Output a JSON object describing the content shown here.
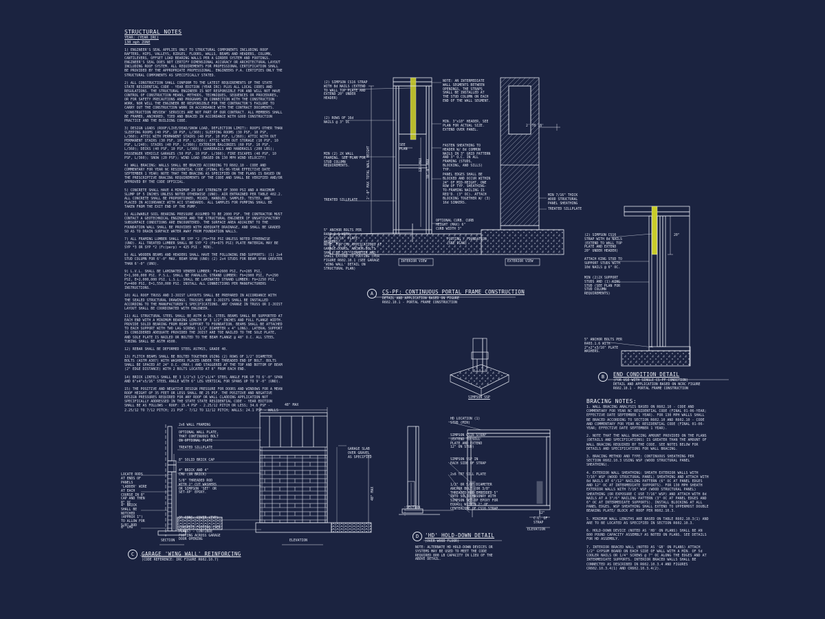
{
  "structural": {
    "heading": "STRUCTURAL NOTES",
    "sub1": "YEAR: (YEAR IRC)",
    "sub2": "130 mph ZONE",
    "notes": [
      "1) ENGINEER'S SEAL APPLIES ONLY TO STRUCTURAL COMPONENTS INCLUDING ROOF RAFTERS, HIPS, VALLEYS, RIDGES, FLOORS, WALLS, BEAMS AND HEADERS, COLUMN, CANTILEVERS, OFFSET LOAD BEARING WALLS PER A GIRDER SYSTEM AND FOOTINGS. ENGINEER'S SEAL DOES NOT CERTIFY DIMENSIONAL ACCURACY OR ARCHITECTURAL LAYOUT INCLUDING ROOF SYSTEM. ALL REQUIREMENTS FOR PROFESSIONAL CERTIFICATION SHALL BE PROVIDED BY THE APPROPRIATE PROFESSIONAL. ENGINEERS P.A. CERTIFIES ONLY THE STRUCTURAL COMPONENTS AS SPECIFICALLY STATED.",
      "2) ALL CONSTRUCTION SHALL CONFORM TO THE LATEST REQUIREMENTS OF THE STATE STATE RESIDENTIAL CODE - YEAR EDITION (YEAR IRC) PLUS ALL LOCAL CODES AND REGULATIONS. THE STRUCTURAL ENGINEER IS NOT RESPONSIBLE FOR AND WILL NOT HAVE CONTROL OF CONSTRUCTION MEANS, METHODS, TECHNIQUES, SEQUENCES OR PROCEDURES, OR FOR SAFETY PRECAUTIONS AND PROGRAMS IN CONNECTION WITH THE CONSTRUCTION WORK, NOR WILL THE ENGINEER BE RESPONSIBLE FOR THE CONTRACTOR'S FAILURE TO CARRY OUT THE CONSTRUCTION WORK IN ACCORDANCE WITH THE CONTRACT DOCUMENTS. 'CONSTRUCTION REVIEW' SERVICES ARE NOT PART OF OUR CONTRACT. ALL MEMBERS SHALL BE FRAMED, ANCHORED, TIED AND BRACED IN ACCORDANCE WITH GOOD CONSTRUCTION PRACTICE AND THE BUILDING CODE.",
      "3) DESIGN LOADS (ROOF/LIVE/DEAD/SNOW LOAD, DEFLECTION LIMIT): ROOFS OTHER THAN SLEEPING ROOMS (40 PSF, 10 PSF, L/360); SLEEPING ROOMS (30 PSF, 10 PSF, L/360); ATTIC WITH PERMANENT STAIRS (40 PSF, 10 PSF, L/360); ATTIC WITH OUT PERMANENT STAIRS (30 PSF, 10 PSF, L/360); ATTIC WITH OUT STORAGE (10 PSF, 10 PSF, L/240); STAIRS (40 PSF, L/360); EXTERIOR BALCONIES (60 PSF, 10 PSF, L/360); DECKS (40 PSF, 10 PSF, L/360); GUARDRAILS AND HANDRAILS (200 LBS); PASSENGER VEHICLE GARAGES (50 PSF, 10 PSF, L/360); FIRE ESCAPES (40 PSF, 10 PSF, L/360); SNOW (20 PSF); WIND LOAD (BASED ON 130 MPH WIND VELOCITY)",
      "4) WALL BRACING: WALLS SHALL BE BRACED ACCORDING TO R602.10 - CODE AND COMMENTARY FOR YEAR NC RESIDENTIAL CODE (FINAL 01-06-YEAR EFFECTIVE DATE SEPTEMBER 1 YEAR) NOTE THAT THE BRACING AS SPECIFIED ON THE PLANS IS BASED ON THE PRESCRIPTIVE BRACING REQUIREMENTS OF THE CODE AND SHALL BE VERIFIED AND/OR APPROVED BY THE CODE OFFICIAL.",
      "5) CONCRETE SHALL HAVE A MINIMUM 28 DAY STRENGTH OF 3000 PSI AND A MAXIMUM SLUMP OF 5 INCHES UNLESS NOTED OTHERWISE (UNO). AIR ENTRAINED PER TABLE 402.2. ALL CONCRETE SHALL BE PROPORTIONED, MIXED, HANDLED, SAMPLED, TESTED, AND PLACED IN ACCORDANCE WITH ACI STANDARDS. ALL SAMPLES FOR PUMPING SHALL BE TAKEN FROM THE EXIT END OF THE PUMP.",
      "6) ALLOWABLE SOIL BEARING PRESSURE ASSUMED TO BE 2000 PSF. THE CONTRACTOR MUST CONTACT A GEOTECHNICAL ENGINEER AND THE STRUCTURAL ENGINEER IF UNSATISFACTORY SUBSURFACE CONDITIONS ARE ENCOUNTERED. THE SURFACE AREA ADJACENT TO THE FOUNDATION WALL SHALL BE PROVIDED WITH ADEQUATE DRAINAGE, AND SHALL BE GRADED SO AS TO DRAIN SURFACE WATER AWAY FROM FOUNDATION WALLS.",
      "7) ALL FRAMING LUMBER SHALL BE SYP *2 (Fb=750 PSI UNLESS NOTED OTHERWISE (UNO). ALL TREATED LUMBER SHALL BE SYP *2 (Fb=975 PSI) PLATE MATERIAL MAY BE SYP *3 OR SYP *2 (Fc(perp) = 425 PSI - MIN).",
      "8) ALL WOODEN BEAMS AND HEADERS SHALL HAVE THE FOLLOWING END SUPPORTS: (1) 2x4 STUD COLUMN FOR 6'-0\" MAX. BEAM SPAN (UNO) (2) 2x4 STUDS FOR BEAM SPAN GREATER THAN 6'-0\" (UNO).",
      "9) L.V.L. SHALL BE LAMINATED VENEER LUMBER: Fb=2600 PSI, Fv=285 PSI, E=1,900,000 PSI. P.S.L. SHALL BE PARALLEL STRAND LUMBER: Fb=2900 PSI, Fv=290 PSI, E=2,000,000 PSI. L.S.L. SHALL BE LAMINATED STRAND LUMBER: Fb=2250 PSI, Fv=400 PSI, E=1,550,000 PSI. INSTALL ALL CONNECTIONS PER MANUFACTURERS INSTRUCTIONS.",
      "10) ALL ROOF TRUSS AND I-JOIST LAYOUTS SHALL BE PREPARED IN ACCORDANCE WITH THE SEALED STRUCTURAL DRAWINGS. TRUSSES AND I-JOISTS SHALL BE INSTALLED ACCORDING TO THE MANUFACTURER'S SPECIFICATIONS. ANY CHANGE IN TRUSS OR I-JOIST LAYOUT SHALL BE COORDINATED WITH ENGINEER.",
      "11) ALL STRUCTURAL STEEL SHALL BE ASTM A-36. STEEL BEAMS SHALL BE SUPPORTED AT EACH END WITH A MINIMUM BEARING LENGTH OF 3 1/2\" INCHES AND FULL FLANGE WIDTH. PROVIDE SOLID BEARING FROM BEAM SUPPORT TO FOUNDATION. BEAMS SHALL BE ATTACHED TO EACH SUPPORT WITH TWO LAG SCREWS (1/2\" DIAMETER x 4\" LONG). LATERAL SUPPORT IS CONSIDERED ADEQUATE PROVIDED THE JOIST ARE TOE NAILED TO THE SOLE PLATE, AND SOLE PLATE IS NAILED OR BOLTED TO THE BEAM FLANGE @ 48\" O.C. ALL STEEL TUBING SHALL BE ASTM A500.",
      "12) REBAR SHALL BE DEFORMED STEEL ASTM15, GRADE 40.",
      "13) FLITCH BEAMS SHALL BE BOLTED TOGETHER USING (2) ROWS OF 1/2\" DIAMETER BOLTS (ASTM A307) WITH WASHERS PLACED UNDER THE THREADED END OF BOLT. BOLTS SHALL BE SPACED AT 24\" O.C. (MAX.) AND STAGGERED AT THE TOP AND BOTTOM OF BEAM (2\" EDGE DISTANCE) WITH 2 BOLTS LOCATED AT 6\" FROM EACH END.",
      "14) BRICK LINTELS SHALL BE 3 1/2\"x3 1/2\"x1/4\" STEEL ANGLE FOR UP TO 6'-0\" SPAN AND 6\"x4\"x5/16\" STEEL ANGLE WITH 6\" LEG VERTICAL FOR SPANS UP TO 9'-0\" (UNO).",
      "15) THE POSITIVE AND NEGATIVE DESIGN PRESSURE FOR DOORS AND WINDOWS FOR A MEAN ROOF HEIGHT OF 35 FEET OR LESS SHALL BE 25 PSF. THE POSITIVE AND NEGATIVE DESIGN PRESSURES REQUIRED FOR ANY ROOF OR WALL CLADDING APPLICATION NOT SPECIFICALLY ADDRESSED IN THE STATE STATE RESIDENTIAL CODE - YEAR EDITION SHALL BE AS FOLLOWS - ROOF: 15.4 PSF - 2.25/12 PITCH OR LESS; 34.6 PSF - 2.25/12 TO 7/12 PITCH; 21 PSF - 7/12 TO 12/12 PITCH; WALLS: 24.1 PSF - WALLS"
    ]
  },
  "detailA": {
    "letter": "A",
    "title": "CS-PF: CONTINUOUS PORTAL FRAME CONSTRUCTION",
    "sub1": "DETAIL AND APPLICATION BASED ON FIGURE",
    "sub2": "R602.10.1 - PORTAL FRAME CONSTRUCTION",
    "interior": "INTERIOR VIEW",
    "exterior": "EXTERIOR VIEW",
    "labels": {
      "l1": "(2) SIMPSON CS16 STRAP WITH 8d NAILS (EXTEND TO WALL TOP PLATE AND EXTEND 20\" UNDER HEADER)",
      "l2": "(2) ROWS OF 16d NAILS @ 3\" OC",
      "l3": "MIN (2) 2X WALL FRAMING. SEE PLAN FOR STUD COLUMN REQUIREMENTS.",
      "l4": "TREATED SILLPLATE",
      "l5": "5\" ANCHOR BOLTS PER R403.1.6 WITH 2\"x2\"x3/16\" PLATE WASHERS.",
      "l6": "NOTE: FOR CMU APPLICATIONS AT GARAGE DOORS, ANCHOR BOLTS SHALL BE 5/8\" DIAMETER AND SHALL EXTEND TO FOOTING (PER FIGURE R602.10.1 (SEE GARAGE 'WING WALL' DETAIL ON STRUCTURAL PLAN)",
      "r1": "NOTE: AN INTERMEDIATE WALL SEGMENTS BETWEEN OPENINGS, THE STRAPS SHALL BE INSTALLED AT THE STUD COLUMN ON EACH END OF THE WALL SEGMENT.",
      "r2": "MIN. 3\"x10\" HEADER, SEE PLAN FOR ACTUAL SIZE. EXTEND OVER PANEL.",
      "r3": "FASTEN SHEATHING TO HEADER W/ 8d COMMON NAILS IN 3\" GRID PATTERN AND 3\" O.C. IN ALL FRAMING (STUDS, BLOCKING, AND SILLS) TYP.",
      "r4": "PANEL EDGES SHALL BE BLOCKED AND OCCUR WITHIN 24\" OF MID-HEIGHT. ONE ROW OF TYP. SHEATHING-TO-FRAMING NAILING IS REQ'D. (3\" OC). ATTACH BLOCKING TOGETHER W/ (3) 16d SINKERS.",
      "r5": "OPTIONAL CURB. CURB HEIGHT (MAX) 6\" CURB WIDTH 3\"",
      "r6": "FOOTING / FOUNDATION (SEE PLAN)",
      "e1": "2' TO 18'",
      "e2": "MIN 7/16\" THICK WOOD STRUCTURAL PANEL SHEATHING",
      "e3": "TREATED SILLPLATE",
      "d1": "SEE PLAN",
      "d2": "12' MAX",
      "d3": "2'-0\" MAX TOTAL WALL HEIGHT",
      "d4": "10'-0\" MAX"
    }
  },
  "detailB": {
    "letter": "B",
    "title": "END CONDITION DETAIL",
    "sub1": "(FOR USE WITH SINGLE CS-PF CONDITION)",
    "sub2": "DETAIL AND APPLICATION BASED ON NCRC FIGURE",
    "sub3": "R602.10.1 - PORTAL FRAME CONSTRUCTION",
    "l1": "(2) SIMPSON CS16 STRAP WITH 8d NAILS (EXTEND TO WALL TOP PLATE AND EXTEND 20\" UNDER HEADER)",
    "l2": "ATTACH KING STUD TO SUPPORT STUDS WITH 10d NAILS @ 6\" OC.",
    "l3": "MIN (2)2X SUPPORT STUDS AND (1) KING STUD (SEE PLAN FOR STUD COLUMN REQUIREMENTS)",
    "l4": "5\" ANCHOR BOLTS PER R403.1.6 WITH 2\"x2\"x3/16\" PLATE WASHERS.",
    "d1": "20\""
  },
  "simpson": {
    "label": "SIMPSON SSP"
  },
  "detailC": {
    "letter": "C",
    "title": "GARAGE 'WING WALL' REINFORCING",
    "sub1": "(CODE REFERENCE: IRC FIGURE R602.10.7)",
    "section": "SECTION",
    "elevation": "ELEVATION",
    "l1": "2x6 WALL FRAMING",
    "l2": "OPTIONAL WALL PLATE, THAT CONTINUOUS BOLT IN OPTIONAL PLATE",
    "l3": "TREATED SILLPLATE",
    "l4": "8\" SOLID BRICK CAP",
    "l5": "4\" BRICK AND 4\" CMU (OR BRICK)",
    "l6": "5/8\" THREADED ROD WITH 2\" CUT WASHERS OR SIMPSON 'SET' OR SET-XP' EPOXY.",
    "l7": "3\" CONC. COVER (TYP)",
    "l8": "CONCRETE FOOTING (SEE PLANS) - CONTINUE FOOTING ACROSS GARAGE DOOR OPENING",
    "l9": "LOCATE RODS AT ENDS OF PANELS",
    "l10": "'LADDER' WIRE AT EACH COURSE IN 8\" CAP AND THEN 8\" OC",
    "l11": "4\" BRICK SHALL BE NOTCHED (APPROX 1\") TO ALLOW FOR 5/8\" ROD",
    "l12": "8\" CMU",
    "l13": "GARAGE SLAB OVER GRAVEL AS SPECIFIED",
    "d1": "48\" MAX",
    "d2": "48\" MAX"
  },
  "detailD": {
    "letter": "D",
    "title": "'HD' HOLD-DOWN DETAIL",
    "sub1": "(OVER WOOD FLOOR)",
    "note": "NOTE: ALTERNATE HD HOLD-DOWN DEVICES OR SYSTEMS MAY BE USED TO MEET THE CODE REQUIRED 800 LB CAPACITY IN LIEU OF THE ABOVE DETAIL.",
    "section": "SECTION",
    "elevation": "ELEVATION",
    "l1": "HD LOCATION (1) STUD (MIN)",
    "l2": "SIMPSON CS16 STRAP (EXTEND TO SILL PLATE AND EXTEND 12\" ON STUD)",
    "l3": "SIMPSON SSP IN EACH SIDE OF STRAP",
    "l4": "2x6 TRT SILL PLATE",
    "l5": "1/2\" OR 5/8\" DIAMETER ANCHOR BOLT (OR 3/8\" THREADED ROD EMBEDDED 5\" INTO SOLID MASONRY WITH SIMPSON SET-XP EPOXY FOR EQUAL) WITHIN 2\" OF CENTERLINE OF CS16 STRAP.",
    "d1": "12\"",
    "d2": "C.L. OF STRAP"
  },
  "bracing": {
    "heading": "BRACING NOTES:",
    "notes": [
      "1. WALL BRACING ANALYSIS BASED ON R602.10 - CODE AND COMMENTARY FOR YEAR NC RESIDENTIAL CODE (FINAL 01-06-YEAR; EFFECTIVE DATE SEPTEMBER 1 YEAR). FOR 130 MPH WALLS SHALL BE BRACED ACCORDING TO SECTION R602.10 AND R602.10 - CODE AND COMMENTARY FOR YEAR NC RESIDENTIAL CODE (FINAL 01-06-YEAR; EFFECTIVE DATE SEPTEMBER 1 YEAR).",
      "2. NOTE THAT THE WALL BRACING AMOUNT PROVIDED ON THE PLANS (DETAILS AND SPECIFICATIONS) IS GREATER THAN THE AMOUNT OF WALL BRACING REQUIRED BY THE CODE. SEE NOTES BELOW FOR DETAILS AND SPECIFICATIONS FOR WALL BRACING.",
      "3. BRACING METHOD AND TYPE: CONTINUOUS SHEATHING PER SECTION R602.10.3 USING WSP (WOOD STRUCTURAL PANEL SHEATHING).",
      "4. EXTERIOR WALL SHEATHING: SHEATH EXTERIOR WALLS WITH 7/16\" WSP (WOOD STRUCTURAL PANEL) SHEATHING AND ATTACH WITH 8d NAILS AT 6\"/12\" NAILING PATTERN (6\" OC AT PANEL EDGES AND 12\" OC AT INTERMEDIATE SUPPORTS). FOR 130 MPH SHEATH EXTERIOR WALLS WITH 7/16\" WSP (WOOD STRUCTURAL PANEL) SHEATHING (OR EXPOSURE C USE 7/16\" WSP) AND ATTACH WITH 8d NAILS AT A 3\"/6\" NAILING PATTERN (3\" OC AT PANEL EDGES AND 6\" OC AT INTERMEDIATE SUPPORTS). INSTALL BLOCKING AT ALL PANEL EDGES. WSP SHEATHING SHALL EXTEND TO UPPERMOST DOUBLE BEARING PLATE/ BLOCK AT ROOF PER R602.10.3.",
      "5. MINIMUM WALL LENGTHS ARE BASED ON TABLE R602.10.3(1) AND ARE TO BE LOCATED AS SPECIFIED IN SECTION R602.10.3.",
      "6. HOLD-DOWN DEVICE (NOTED AS 'HD' ON PLANS) SHALL BE AN 800 POUND CAPACITY ASSEMBLY AS NOTED ON PLANS. SEE DETAILS FOR HD ASSEMBLY.",
      "7. INTERIOR BRACED WALL (NOTED AS 'GB' ON PLANS) ATTACH 1/2\" GYPSUM BOARD ON EACH SIDE OF WALL WITH A MIN. OF 5d COOLER NAILS OR 1/4\" SCREWS @ 7\" OC ALONG THE EDGES AND AT INTERMEDIATE SUPPORTS. INTERIOR BRACED WALLS SHALL BE CONNECTED AS DESCRIBED IN R602.10.3.4 AND FIGURES CR602.10.3.4(1) AND CR602.10.3.4(2)."
    ]
  }
}
